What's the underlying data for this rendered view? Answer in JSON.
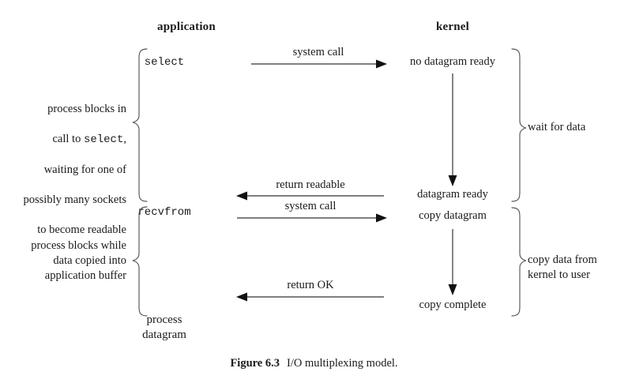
{
  "figure": {
    "columns": [
      {
        "label": "application"
      },
      {
        "label": "kernel"
      }
    ],
    "application_calls": [
      {
        "name": "select",
        "style": "mono"
      },
      {
        "name": "recvfrom",
        "style": "mono"
      },
      {
        "name": "process\ndatagram",
        "style": "serif"
      }
    ],
    "kernel_events": [
      {
        "label": "no datagram ready"
      },
      {
        "label": "datagram ready"
      },
      {
        "label": "copy datagram"
      },
      {
        "label": "copy complete"
      }
    ],
    "arrows": [
      {
        "label": "system call",
        "direction": "right"
      },
      {
        "label": "return readable",
        "direction": "left"
      },
      {
        "label": "system call",
        "direction": "right"
      },
      {
        "label": "return OK",
        "direction": "left"
      }
    ],
    "left_annotations": [
      {
        "text": "process blocks in\ncall to select,\nwaiting for one of\npossibly many sockets\nto become readable",
        "mono_word": "select"
      },
      {
        "text": "process blocks while\ndata copied into\napplication buffer",
        "mono_word": ""
      }
    ],
    "right_annotations": [
      {
        "text": "wait for data"
      },
      {
        "text": "copy data from\nkernel to user"
      }
    ],
    "caption": {
      "number": "Figure 6.3",
      "title": "I/O multiplexing model."
    },
    "colors": {
      "ink": "#1a1a1a",
      "line": "#333333",
      "brace": "#555555",
      "background": "#ffffff"
    }
  }
}
